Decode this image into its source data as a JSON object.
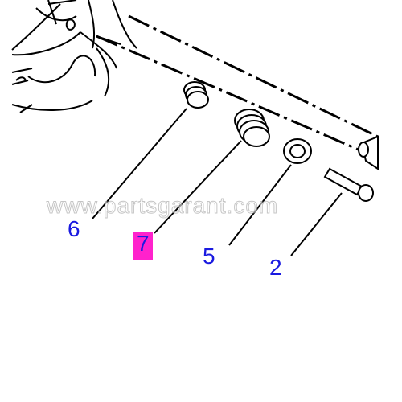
{
  "watermark": "www.partsgarant.com",
  "callouts": {
    "part_6": "6",
    "part_7": "7",
    "part_5": "5",
    "part_2": "2"
  },
  "highlighted_part": "7",
  "colors": {
    "callout_text": "#1a1ae0",
    "highlight": "#ff22cc",
    "line_art": "#000000"
  }
}
